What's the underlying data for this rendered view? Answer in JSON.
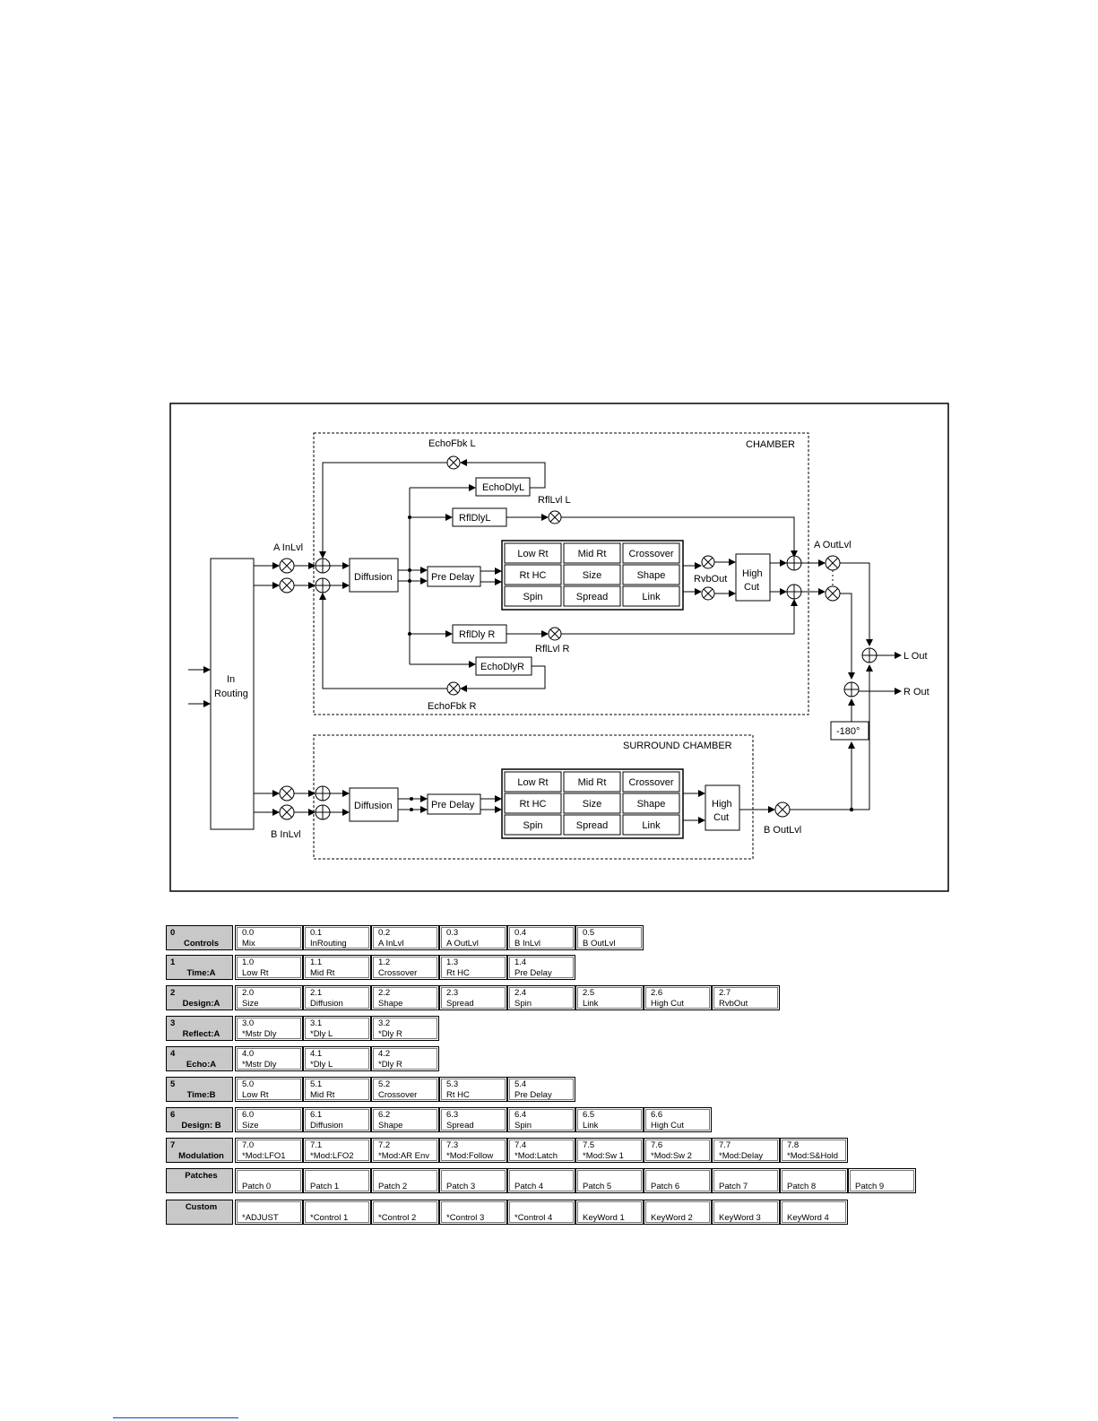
{
  "diagram": {
    "chamber_title": "CHAMBER",
    "surround_title": "SURROUND CHAMBER",
    "in_routing": [
      "In",
      "Routing"
    ],
    "echo_fbk_l": "EchoFbk L",
    "echo_fbk_r": "EchoFbk R",
    "echo_dly_l": "EchoDlyL",
    "echo_dly_r": "EchoDlyR",
    "rfl_dly_l": "RflDlyL",
    "rfl_dly_r": "RflDly R",
    "rfl_lvl_l": "RflLvl L",
    "rfl_lvl_r": "RflLvl R",
    "a_inlvl": "A InLvl",
    "b_inlvl": "B InLvl",
    "diffusion": "Diffusion",
    "pre_delay": "Pre Delay",
    "matrix": [
      "Low Rt",
      "Mid Rt",
      "Crossover",
      "Rt HC",
      "Size",
      "Shape",
      "Spin",
      "Spread",
      "Link"
    ],
    "rvb_out": "RvbOut",
    "high_cut": [
      "High",
      "Cut"
    ],
    "a_outlvl": "A OutLvl",
    "b_outlvl": "B OutLvl",
    "l_out": "L Out",
    "r_out": "R Out",
    "phase": "-180°"
  },
  "grid": [
    {
      "head": [
        "0",
        "Controls"
      ],
      "cells": [
        [
          "0.0",
          "Mix"
        ],
        [
          "0.1",
          "InRouting"
        ],
        [
          "0.2",
          "A InLvl"
        ],
        [
          "0.3",
          "A OutLvl"
        ],
        [
          "0.4",
          "B InLvl"
        ],
        [
          "0.5",
          "B OutLvl"
        ]
      ]
    },
    {
      "head": [
        "1",
        "Time:A"
      ],
      "cells": [
        [
          "1.0",
          "Low Rt"
        ],
        [
          "1.1",
          "Mid Rt"
        ],
        [
          "1.2",
          "Crossover"
        ],
        [
          "1.3",
          "Rt HC"
        ],
        [
          "1.4",
          "Pre Delay"
        ]
      ]
    },
    {
      "head": [
        "2",
        "Design:A"
      ],
      "cells": [
        [
          "2.0",
          "Size"
        ],
        [
          "2.1",
          "Diffusion"
        ],
        [
          "2.2",
          "Shape"
        ],
        [
          "2.3",
          "Spread"
        ],
        [
          "2.4",
          "Spin"
        ],
        [
          "2.5",
          "Link"
        ],
        [
          "2.6",
          "High Cut"
        ],
        [
          "2.7",
          "RvbOut"
        ]
      ]
    },
    {
      "head": [
        "3",
        "Reflect:A"
      ],
      "cells": [
        [
          "3.0",
          "*Mstr Dly"
        ],
        [
          "3.1",
          "*Dly L"
        ],
        [
          "3.2",
          "*Dly R"
        ]
      ]
    },
    {
      "head": [
        "4",
        "Echo:A"
      ],
      "cells": [
        [
          "4.0",
          "*Mstr Dly"
        ],
        [
          "4.1",
          "*Dly L"
        ],
        [
          "4.2",
          "*Dly R"
        ]
      ]
    },
    {
      "head": [
        "5",
        "Time:B"
      ],
      "cells": [
        [
          "5.0",
          "Low Rt"
        ],
        [
          "5.1",
          "Mid Rt"
        ],
        [
          "5.2",
          "Crossover"
        ],
        [
          "5.3",
          "Rt HC"
        ],
        [
          "5.4",
          "Pre Delay"
        ]
      ]
    },
    {
      "head": [
        "6",
        "Design: B"
      ],
      "cells": [
        [
          "6.0",
          "Size"
        ],
        [
          "6.1",
          "Diffusion"
        ],
        [
          "6.2",
          "Shape"
        ],
        [
          "6.3",
          "Spread"
        ],
        [
          "6.4",
          "Spin"
        ],
        [
          "6.5",
          "Link"
        ],
        [
          "6.6",
          "High Cut"
        ]
      ]
    },
    {
      "head": [
        "7",
        "Modulation"
      ],
      "cells": [
        [
          "7.0",
          "*Mod:LFO1"
        ],
        [
          "7.1",
          "*Mod:LFO2"
        ],
        [
          "7.2",
          "*Mod:AR Env"
        ],
        [
          "7.3",
          "*Mod:Follow"
        ],
        [
          "7.4",
          "*Mod:Latch"
        ],
        [
          "7.5",
          "*Mod:Sw 1"
        ],
        [
          "7.6",
          "*Mod:Sw 2"
        ],
        [
          "7.7",
          "*Mod:Delay"
        ],
        [
          "7.8",
          "*Mod:S&Hold"
        ]
      ]
    },
    {
      "head": [
        "",
        "Patches"
      ],
      "cells": [
        [
          "",
          "Patch 0"
        ],
        [
          "",
          "Patch 1"
        ],
        [
          "",
          "Patch 2"
        ],
        [
          "",
          "Patch 3"
        ],
        [
          "",
          "Patch 4"
        ],
        [
          "",
          "Patch 5"
        ],
        [
          "",
          "Patch 6"
        ],
        [
          "",
          "Patch 7"
        ],
        [
          "",
          "Patch 8"
        ],
        [
          "",
          "Patch 9"
        ]
      ]
    },
    {
      "head": [
        "",
        "Custom"
      ],
      "cells": [
        [
          "",
          "*ADJUST"
        ],
        [
          "",
          "*Control 1"
        ],
        [
          "",
          "*Control 2"
        ],
        [
          "",
          "*Control 3"
        ],
        [
          "",
          "*Control 4"
        ],
        [
          "",
          "KeyWord 1"
        ],
        [
          "",
          "KeyWord 2"
        ],
        [
          "",
          "KeyWord 3"
        ],
        [
          "",
          "KeyWord 4"
        ]
      ]
    }
  ]
}
